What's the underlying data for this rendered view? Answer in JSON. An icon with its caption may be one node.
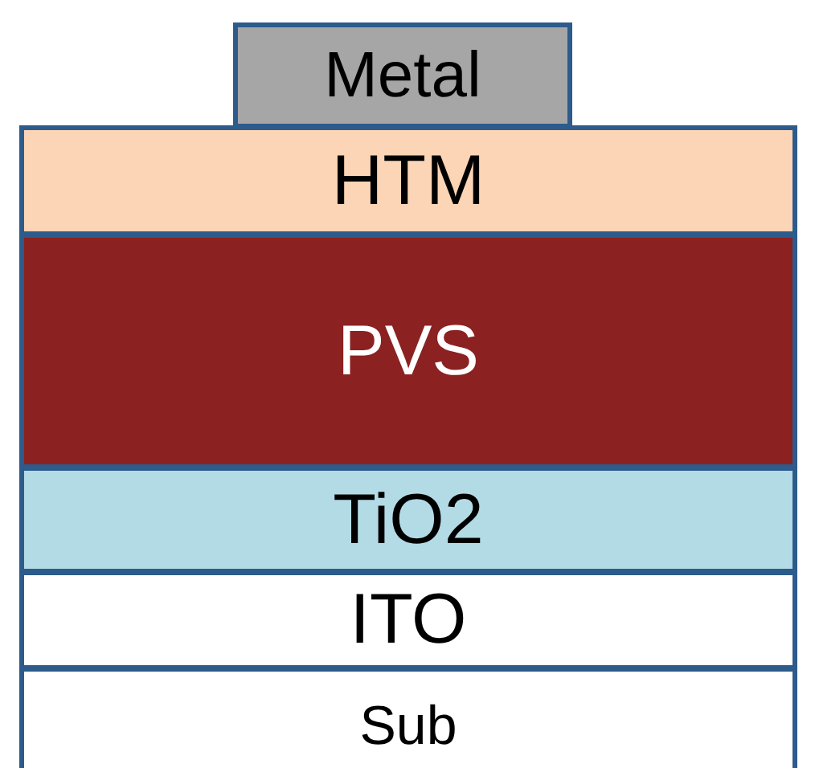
{
  "diagram": {
    "nodes": [
      {
        "text": [
          "Metal"
        ]
      },
      {
        "text": [
          "HTM"
        ]
      },
      {
        "text": [
          "PVS"
        ]
      },
      {
        "text": [
          "TiO2"
        ]
      },
      {
        "text": [
          "ITO"
        ]
      },
      {
        "text": [
          "Sub"
        ]
      }
    ]
  }
}
